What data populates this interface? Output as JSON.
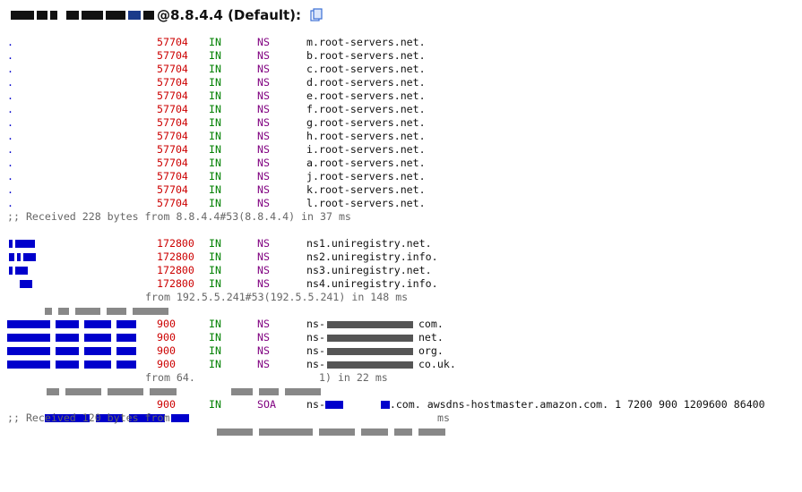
{
  "header": {
    "server": "@8.8.4.4 (Default):",
    "icon": "copy-icon"
  },
  "colors": {
    "name": "#0000cc",
    "ttl": "#cc0000",
    "class": "#008000",
    "type": "#800080",
    "comment": "#666666"
  },
  "root_records": [
    {
      "name": ".",
      "ttl": "57704",
      "class": "IN",
      "type": "NS",
      "data": "m.root-servers.net."
    },
    {
      "name": ".",
      "ttl": "57704",
      "class": "IN",
      "type": "NS",
      "data": "b.root-servers.net."
    },
    {
      "name": ".",
      "ttl": "57704",
      "class": "IN",
      "type": "NS",
      "data": "c.root-servers.net."
    },
    {
      "name": ".",
      "ttl": "57704",
      "class": "IN",
      "type": "NS",
      "data": "d.root-servers.net."
    },
    {
      "name": ".",
      "ttl": "57704",
      "class": "IN",
      "type": "NS",
      "data": "e.root-servers.net."
    },
    {
      "name": ".",
      "ttl": "57704",
      "class": "IN",
      "type": "NS",
      "data": "f.root-servers.net."
    },
    {
      "name": ".",
      "ttl": "57704",
      "class": "IN",
      "type": "NS",
      "data": "g.root-servers.net."
    },
    {
      "name": ".",
      "ttl": "57704",
      "class": "IN",
      "type": "NS",
      "data": "h.root-servers.net."
    },
    {
      "name": ".",
      "ttl": "57704",
      "class": "IN",
      "type": "NS",
      "data": "i.root-servers.net."
    },
    {
      "name": ".",
      "ttl": "57704",
      "class": "IN",
      "type": "NS",
      "data": "a.root-servers.net."
    },
    {
      "name": ".",
      "ttl": "57704",
      "class": "IN",
      "type": "NS",
      "data": "j.root-servers.net."
    },
    {
      "name": ".",
      "ttl": "57704",
      "class": "IN",
      "type": "NS",
      "data": "k.root-servers.net."
    },
    {
      "name": ".",
      "ttl": "57704",
      "class": "IN",
      "type": "NS",
      "data": "l.root-servers.net."
    }
  ],
  "comment1": ";; Received 228 bytes from 8.8.4.4#53(8.8.4.4) in 37 ms",
  "tld_records": [
    {
      "ttl": "172800",
      "class": "IN",
      "type": "NS",
      "data": "ns1.uniregistry.net."
    },
    {
      "ttl": "172800",
      "class": "IN",
      "type": "NS",
      "data": "ns2.uniregistry.info."
    },
    {
      "ttl": "172800",
      "class": "IN",
      "type": "NS",
      "data": "ns3.uniregistry.net."
    },
    {
      "ttl": "172800",
      "class": "IN",
      "type": "NS",
      "data": "ns4.uniregistry.info."
    }
  ],
  "comment2": "from 192.5.5.241#53(192.5.5.241) in 148 ms",
  "domain_records": [
    {
      "ttl": "900",
      "class": "IN",
      "type": "NS",
      "data_prefix": "ns-",
      "data_suffix": "com."
    },
    {
      "ttl": "900",
      "class": "IN",
      "type": "NS",
      "data_prefix": "ns-",
      "data_suffix": "net."
    },
    {
      "ttl": "900",
      "class": "IN",
      "type": "NS",
      "data_prefix": "ns-",
      "data_suffix": "org."
    },
    {
      "ttl": "900",
      "class": "IN",
      "type": "NS",
      "data_prefix": "ns-",
      "data_suffix": "co.uk."
    }
  ],
  "comment3a": "from 64.",
  "comment3b": "1) in 22 ms",
  "soa_record": {
    "ttl": "900",
    "class": "IN",
    "type": "SOA",
    "data_prefix": "ns-",
    "data_suffix": ".com. awsdns-hostmaster.amazon.com. 1 7200 900 1209600 86400"
  },
  "comment4": ";; Received 120 bytes from",
  "comment4_tail": "ms"
}
